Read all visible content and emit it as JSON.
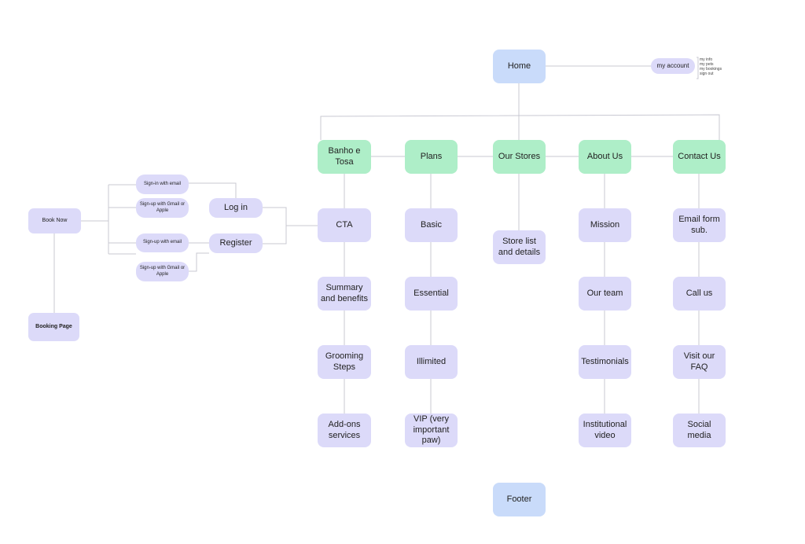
{
  "home": {
    "label": "Home"
  },
  "account": {
    "label": "my account",
    "items": [
      "my info",
      "my pets",
      "my bookings",
      "sign out"
    ]
  },
  "sections": [
    {
      "label": "Banho e Tosa",
      "children": [
        "CTA",
        "Summary and benefits",
        "Grooming Steps",
        "Add-ons services"
      ]
    },
    {
      "label": "Plans",
      "children": [
        "Basic",
        "Essential",
        "Illimited",
        "VIP (very important paw)"
      ]
    },
    {
      "label": "Our Stores",
      "children": [
        "Store list and details"
      ]
    },
    {
      "label": "About Us",
      "children": [
        "Mission",
        "Our team",
        "Testimonials",
        "Institutional video"
      ]
    },
    {
      "label": "Contact Us",
      "children": [
        "Email form sub.",
        "Call us",
        "Visit our FAQ",
        "Social media"
      ]
    }
  ],
  "booking": {
    "book_now": "Book Now",
    "booking_page": "Booking Page",
    "login": "Log in",
    "register": "Register",
    "signin_email": "Sign-in with email",
    "signup_gmail_1": "Sign-up with Gmail or Apple",
    "signup_email": "Sign-up with email",
    "signup_gmail_2": "Sign-up with Gmail or Apple"
  },
  "footer": {
    "label": "Footer"
  },
  "colors": {
    "top_level": "#c9dbfa",
    "section": "#aeeec8",
    "page": "#dcdaf9",
    "connector": "#c8c8d2"
  }
}
